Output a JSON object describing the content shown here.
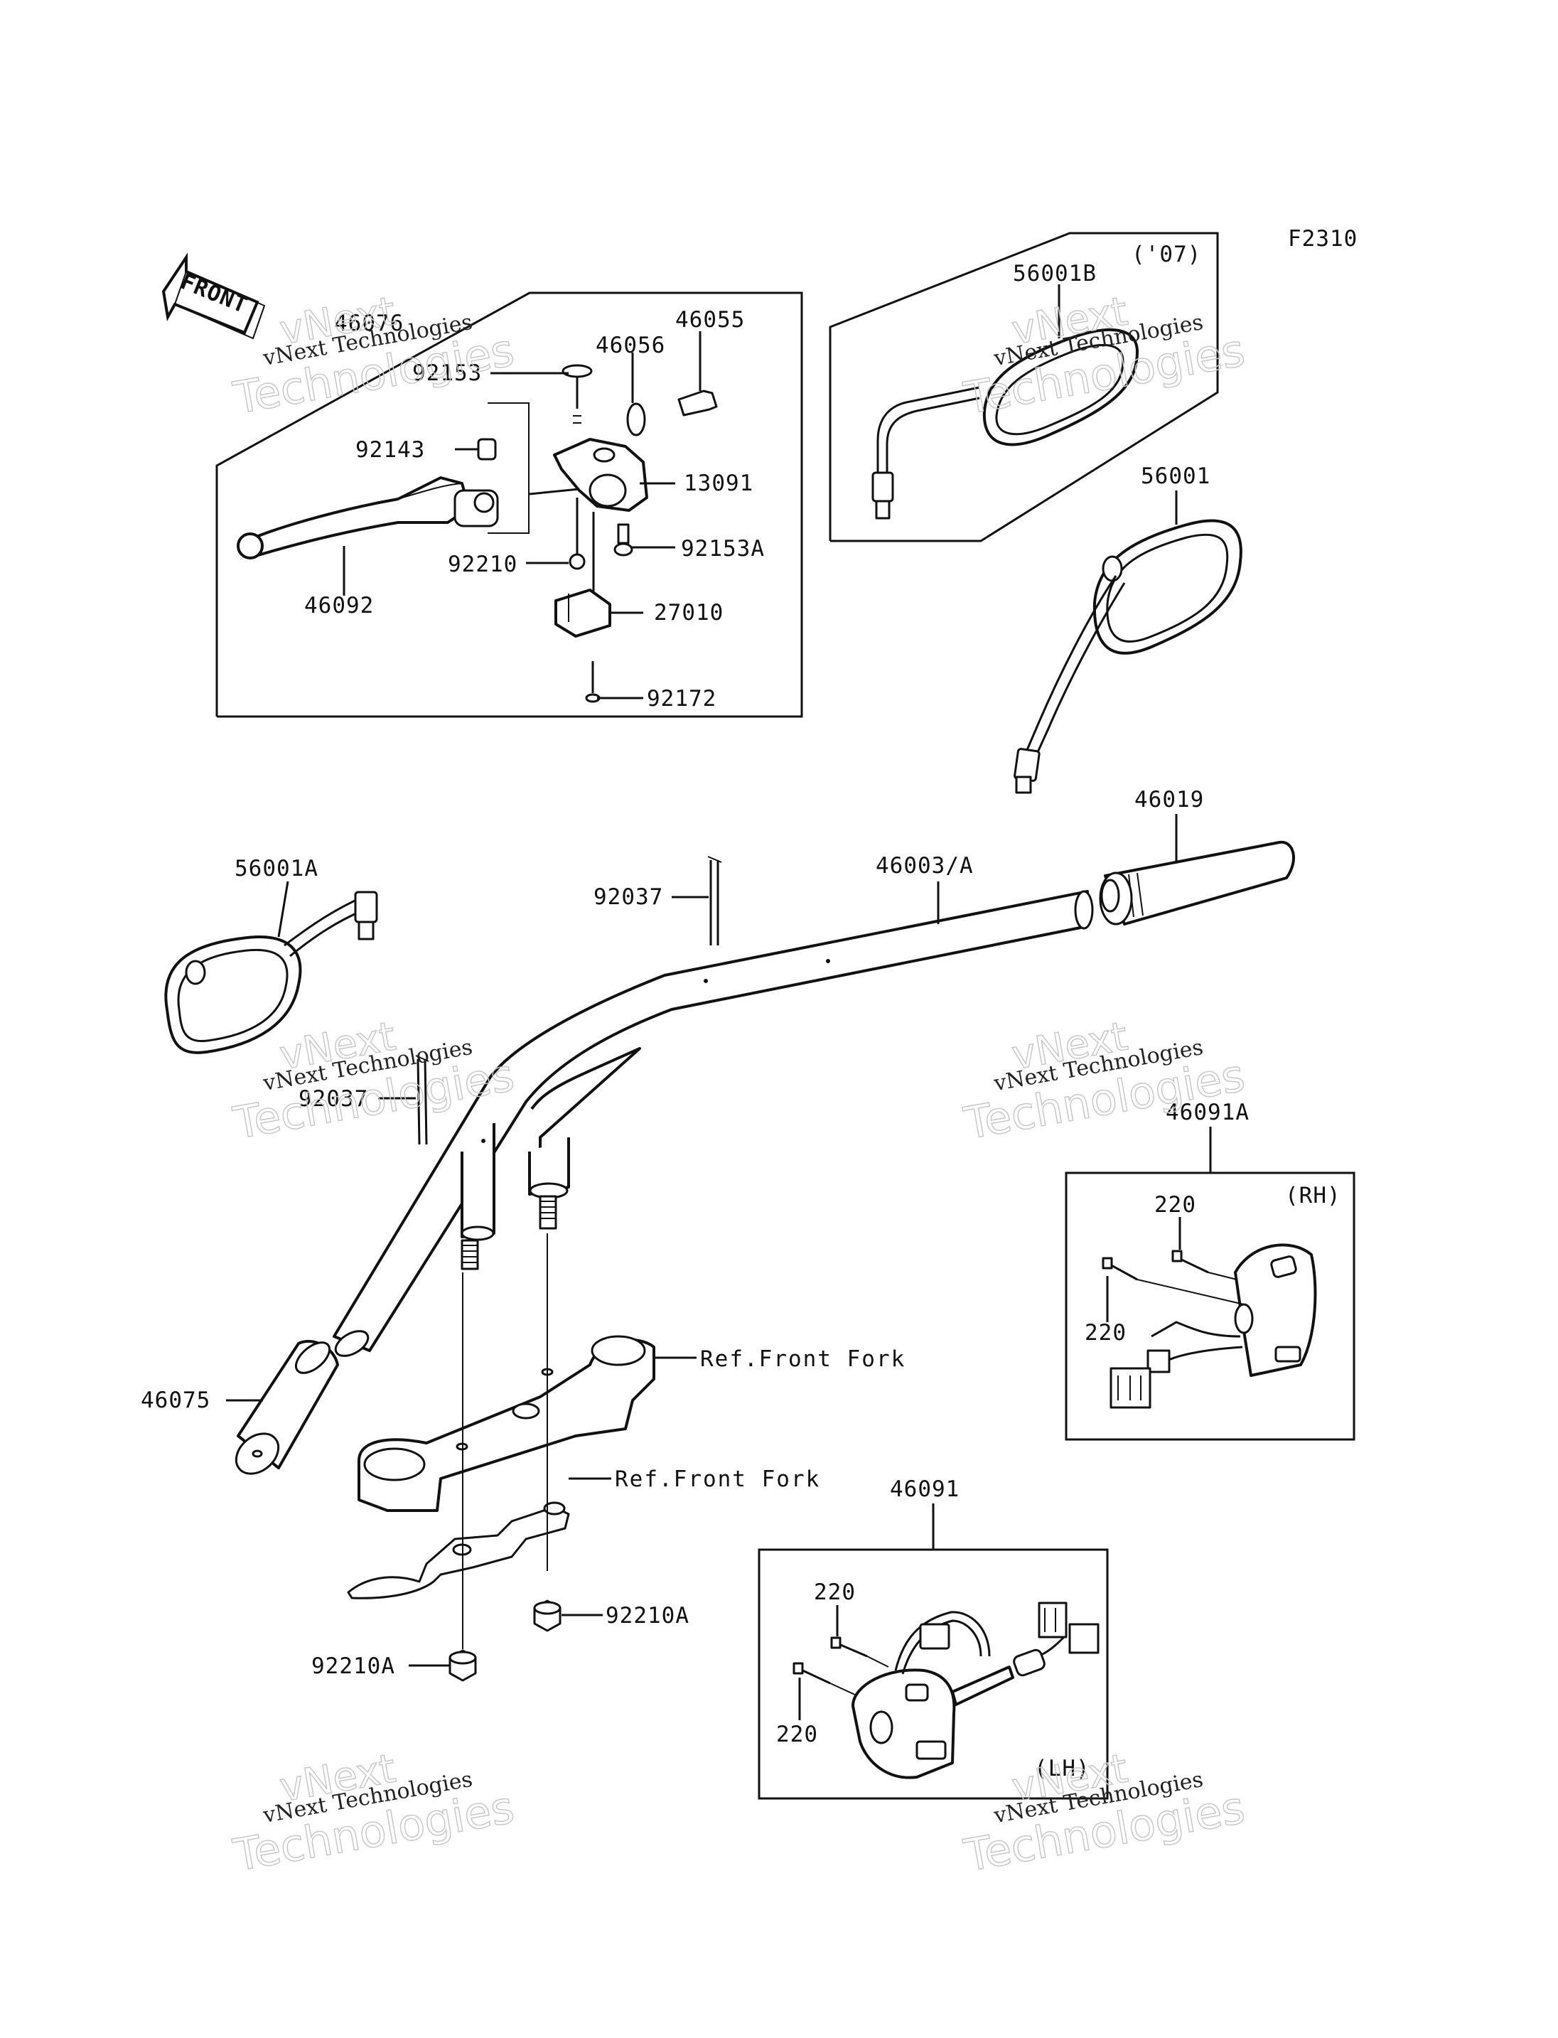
{
  "diagram_code": "F2310",
  "front_arrow_text": "FRONT",
  "box_top_right_note": "('07)",
  "box_rh_note": "(RH)",
  "box_lh_note": "(LH)",
  "watermark": {
    "line1": "vNext",
    "line2": "vNext Technologies",
    "line3": "Technologies"
  },
  "part_labels": {
    "p46076": "46076",
    "p46055": "46055",
    "p46056": "46056",
    "p92153": "92153",
    "p92143": "92143",
    "p13091": "13091",
    "p92153A": "92153A",
    "p92210": "92210",
    "p46092": "46092",
    "p27010": "27010",
    "p92172": "92172",
    "p56001B": "56001B",
    "p56001": "56001",
    "p46019": "46019",
    "p56001A": "56001A",
    "p92037a": "92037",
    "p46003A": "46003/A",
    "p92037b": "92037",
    "p46091A": "46091A",
    "p220a": "220",
    "p220b": "220",
    "p46075": "46075",
    "refFork1": "Ref.Front Fork",
    "refFork2": "Ref.Front Fork",
    "p46091": "46091",
    "p220c": "220",
    "p92210A_a": "92210A",
    "p92210A_b": "92210A",
    "p220d": "220"
  }
}
